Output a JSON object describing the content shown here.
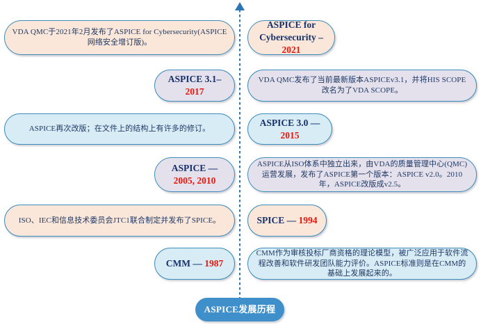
{
  "diagram": {
    "axis": {
      "arrow_icon": "up-arrow-icon",
      "orientation": "vertical",
      "line_style": "dotted"
    },
    "footer": {
      "label": "ASPICE发展历程"
    },
    "colors": {
      "peach": "#fae7d9",
      "lavender": "#e4e1ec",
      "ice_blue": "#d8ecf6",
      "accent_blue": "#3f8fcb",
      "border_blue": "#3c8dbc",
      "year_red": "#e8160c",
      "text_navy": "#1f3864"
    },
    "rows": [
      {
        "year": "2021",
        "description": "VDA QMC于2021年2月发布了ASPICE for Cybersecurity(ASPICE网络安全增订版)。",
        "label_main": "ASPICE for Cybersecurity – ",
        "label_line1": "ASPICE for",
        "label_line2_prefix": "Cybersecurity – ",
        "label_year": "2021",
        "description_side": "left",
        "fill": "peach"
      },
      {
        "year": "2017",
        "description": "VDA QMC发布了当前最新版本ASPICEv3.1，并将HIS SCOPE改名为了VDA SCOPE。",
        "label_prefix": "ASPICE 3.1–",
        "label_year": "2017",
        "description_side": "right",
        "fill": "lavender"
      },
      {
        "year": "2015",
        "description": "ASPICE再次改版；在文件上的结构上有许多的修订。",
        "label_prefix": "ASPICE 3.0 — ",
        "label_year": "2015",
        "description_side": "left",
        "fill": "ice_blue"
      },
      {
        "year": "2005, 2010",
        "description": "ASPICE从ISO体系中独立出来，由VDA的质量管理中心(QMC)运营发展，发布了ASPICE第一个版本：ASPICE v2.0。2010年，ASPICE改版成v2.5。",
        "label_prefix": "ASPICE — ",
        "label_year": "2005, 2010",
        "description_side": "right",
        "fill": "lavender"
      },
      {
        "year": "1994",
        "description": "ISO、IEC和信息技术委员会JTC1联合制定并发布了SPICE。",
        "label_prefix": "SPICE — ",
        "label_year": "1994",
        "description_side": "left",
        "fill": "peach"
      },
      {
        "year": "1987",
        "description": "CMM作为审核投标厂商资格的理论模型，被广泛应用于软件流程改善和软件研发团队能力评价。ASPICE标准则是在CMM的基础上发展起来的。",
        "label_prefix": "CMM — ",
        "label_year": "1987",
        "description_side": "right",
        "fill": "ice_blue"
      }
    ]
  }
}
